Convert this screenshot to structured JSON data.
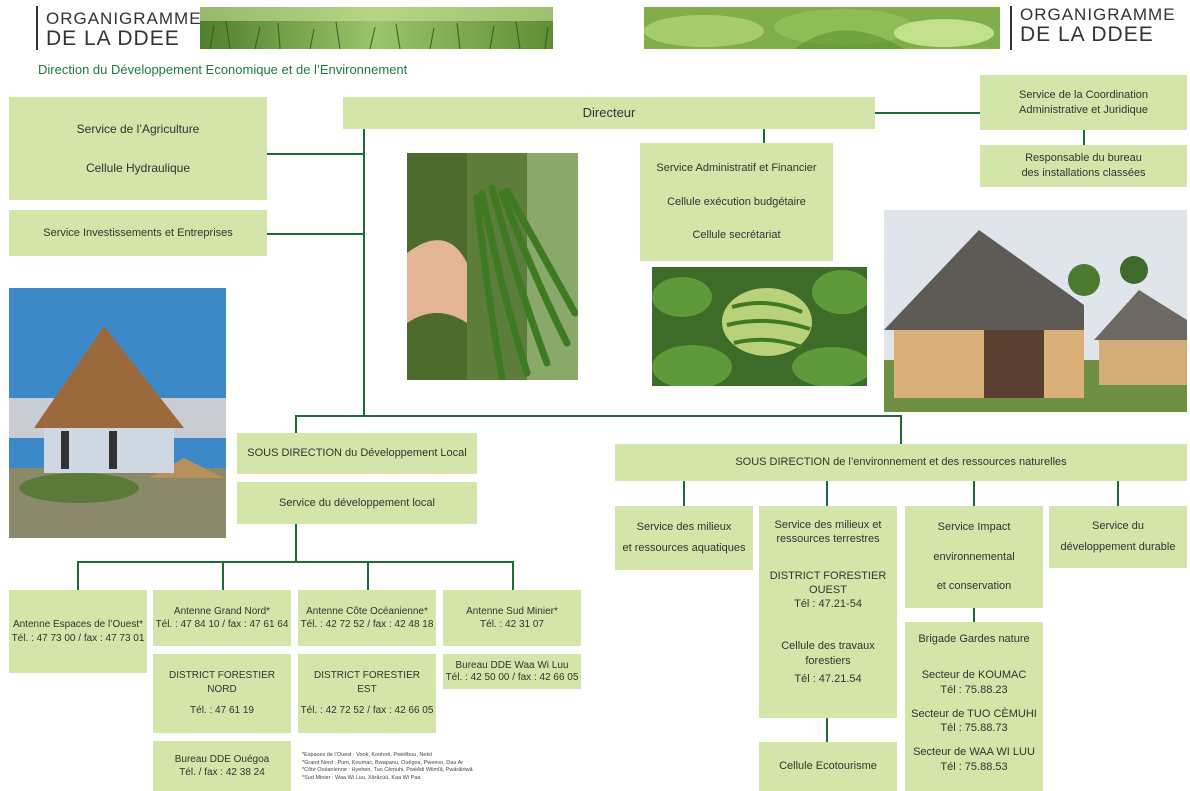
{
  "header": {
    "title_line1": "ORGANIGRAMME",
    "title_line2": "DE LA DDEE",
    "subtitle": "Direction du Développement Economique et de l’Environnement"
  },
  "top": {
    "directeur": "Directeur",
    "agriculture": "Service de l’Agriculture",
    "hydraulique": "Cellule Hydraulique",
    "investissements": "Service Investissements et Entreprises",
    "coordination_1": "Service de la Coordination",
    "coordination_2": "Administrative et Juridique",
    "responsable_1": "Responsable du bureau",
    "responsable_2": "des installations classées",
    "admin_1": "Service Administratif et Financier",
    "admin_2": "Cellule exécution budgétaire",
    "admin_3": "Cellule secrétariat"
  },
  "dev_local": {
    "title": "SOUS DIRECTION du Développement Local",
    "service": "Service du développement local",
    "antennes": [
      {
        "name": "Antenne Espaces de l’Ouest*",
        "tel": "Tél. : 47 73 00 / fax : 47 73 01"
      },
      {
        "name": "Antenne Grand Nord*",
        "tel": "Tél. : 47 84 10 / fax : 47 61 64"
      },
      {
        "name": "Antenne Côte Océanienne*",
        "tel": "Tél. : 42 72 52 / fax : 42 48 18"
      },
      {
        "name": "Antenne Sud Minier*",
        "tel": "Tél. : 42 31 07"
      }
    ],
    "district_nord_1": "DISTRICT FORESTIER",
    "district_nord_2": "NORD",
    "district_nord_tel": "Tél. : 47 61 19",
    "district_est_1": "DISTRICT FORESTIER",
    "district_est_2": "EST",
    "district_est_tel": "Tél. : 42 72 52 / fax : 42 66 05",
    "bureau_ouegoa": "Bureau DDE Ouégoa",
    "bureau_ouegoa_tel": "Tél. / fax : 42 38 24",
    "bureau_waa": "Bureau DDE Waa Wi Luu",
    "bureau_waa_tel": "Tél. : 42 50 00 / fax : 42 66 05"
  },
  "env": {
    "title": "SOUS DIRECTION de l’environnement et des ressources naturelles",
    "aquatiques_1": "Service des milieux",
    "aquatiques_2": "et ressources aquatiques",
    "terrestres_1": "Service des milieux et",
    "terrestres_2": "ressources terrestres",
    "district_ouest_1": "DISTRICT FORESTIER",
    "district_ouest_2": "OUEST",
    "district_ouest_tel": "Tél : 47.21-54",
    "travaux": "Cellule des travaux forestiers",
    "travaux_tel": "Tél : 47.21.54",
    "ecotourisme": "Cellule Ecotourisme",
    "impact_1": "Service Impact",
    "impact_2": "environnemental",
    "impact_3": "et conservation",
    "durable_1": "Service du",
    "durable_2": "développement durable",
    "brigade": "Brigade Gardes nature",
    "secteurs": [
      {
        "name": "Secteur de KOUMAC",
        "tel": "Tél : 75.88.23"
      },
      {
        "name": "Secteur de TUO CÈMUHI",
        "tel": "Tél : 75.88.73"
      },
      {
        "name": "Secteur de WAA WI LUU",
        "tel": "Tél : 75.88.53"
      }
    ]
  },
  "footnotes": [
    "*Espaces de l’Ouest : Vook, Koohnê, Pwëêbuu, Nekö",
    "*Grand Nord : Pum, Koumac, Bwapanu, Ouégoa, Pweevo, Dau Ar",
    "*Côte Océanienne : Hyehen, Tuo Cèmuhi, Pwëêdi Wiimîâ, Pwärâiriwâ",
    "*Sud Minier : Waa Wi Luu, Xârâcùù, Kaa Wi Paa"
  ]
}
